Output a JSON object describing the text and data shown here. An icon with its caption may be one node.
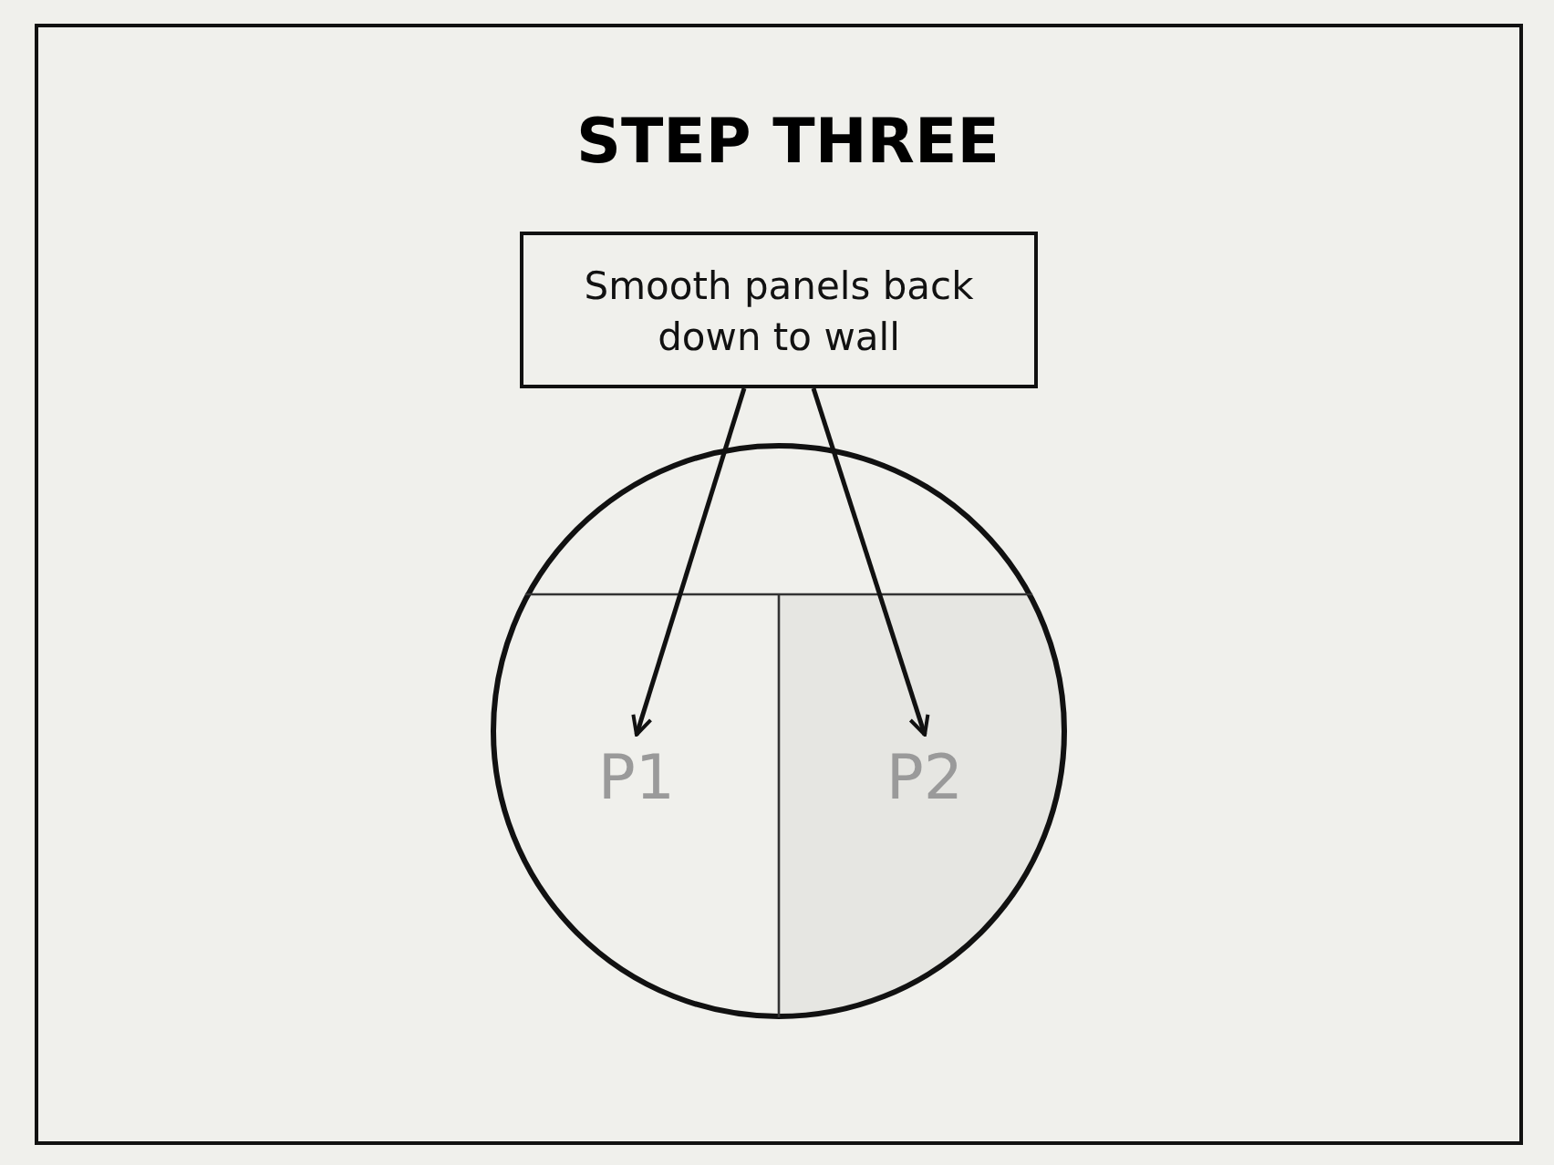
{
  "diagram": {
    "title": "STEP THREE",
    "nodes": [
      {
        "text": [
          "Smooth panels back down to wall"
        ]
      },
      {
        "text": [],
        "shape": "circle"
      },
      {
        "text": [
          "P1"
        ],
        "in": 1
      },
      {
        "text": [
          "P2"
        ],
        "in": 1
      }
    ],
    "edges": [
      {
        "from": 0,
        "to": 2,
        "arrow": "to"
      },
      {
        "from": 0,
        "to": 3,
        "arrow": "to"
      }
    ]
  }
}
